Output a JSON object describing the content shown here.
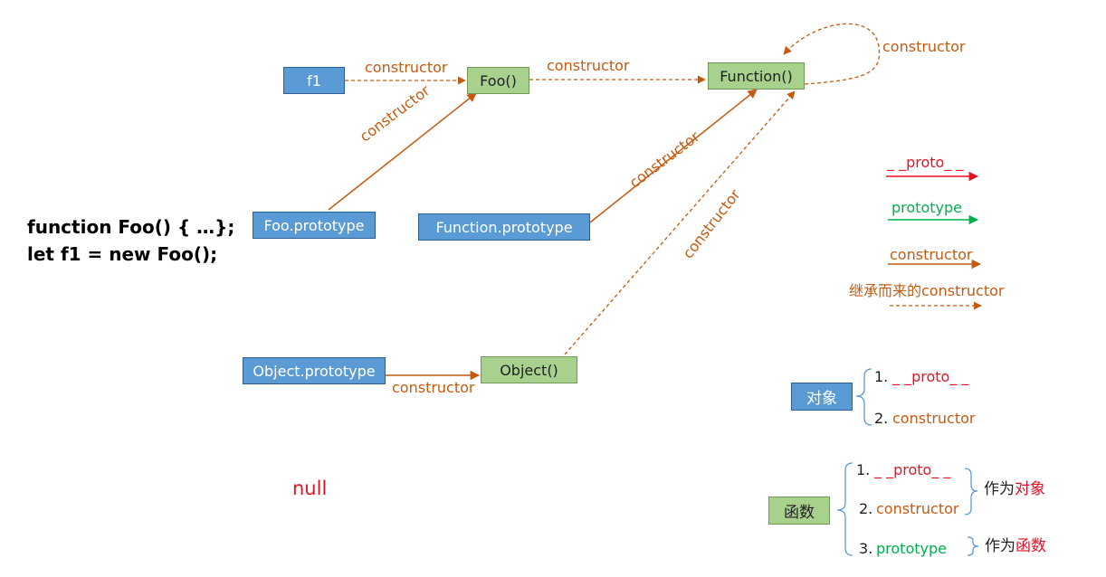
{
  "colors": {
    "object_box": "#5b9bd5",
    "function_box": "#a9d18e",
    "proto": "#e81123",
    "prototype": "#00b050",
    "constructor": "#c55a11"
  },
  "code": {
    "line1": "function Foo() { …};",
    "line2": "let f1 = new Foo();"
  },
  "nodes": {
    "f1": "f1",
    "foo": "Foo()",
    "function": "Function()",
    "foo_prototype": "Foo.prototype",
    "function_prototype": "Function.prototype",
    "object_prototype": "Object.prototype",
    "object": "Object()",
    "null": "null"
  },
  "edges": {
    "f1_to_foo": "constructor",
    "foo_to_function": "constructor",
    "function_self": "constructor",
    "fooproto_to_foo": "constructor",
    "functionproto_to_function": "constructor",
    "object_to_function": "constructor",
    "objectproto_to_object": "constructor"
  },
  "legend": {
    "proto": "_ _proto_ _",
    "prototype": "prototype",
    "constructor": "constructor",
    "inherited_constructor": "继承而来的constructor"
  },
  "object_summary": {
    "label": "对象",
    "item1_num": "1.",
    "item1": "_ _proto_ _",
    "item2_num": "2.",
    "item2": "constructor"
  },
  "function_summary": {
    "label": "函数",
    "item1_num": "1.",
    "item1": "_ _proto_ _",
    "item2_num": "2.",
    "item2": "constructor",
    "item3_num": "3.",
    "item3": "prototype",
    "as_object_prefix": "作为",
    "as_object_suffix": "对象",
    "as_function_prefix": "作为",
    "as_function_suffix": "函数"
  }
}
